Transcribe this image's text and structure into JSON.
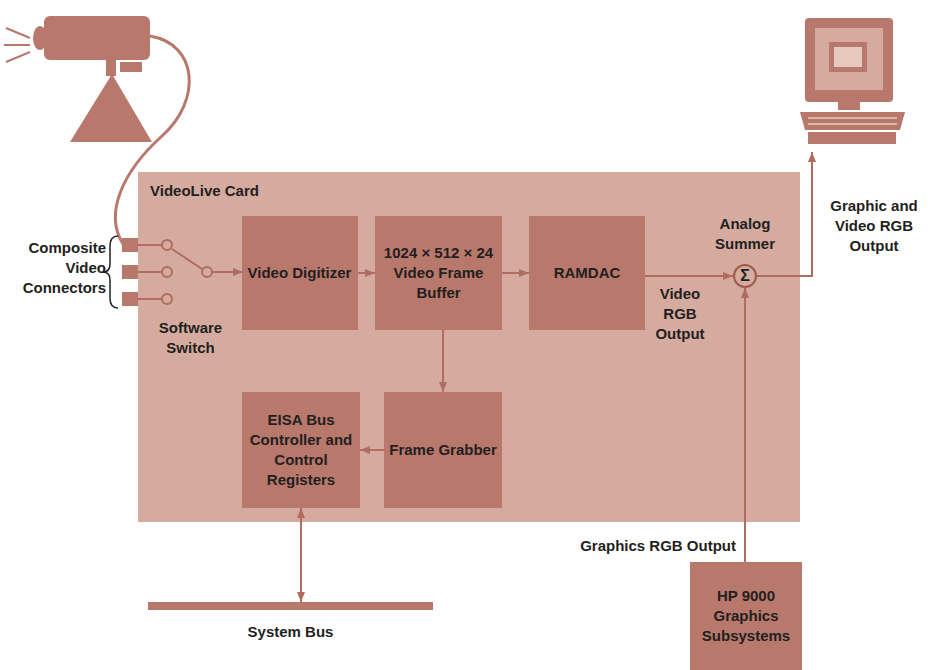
{
  "diagram": {
    "nodes": [
      {
        "text": [
          "VideoLive Card"
        ]
      },
      {
        "text": [
          "Video Digitizer"
        ],
        "in": 0
      },
      {
        "text": [
          "1024 × 512 × 24 Video Frame Buffer"
        ],
        "in": 0
      },
      {
        "text": [
          "RAMDAC"
        ],
        "in": 0
      },
      {
        "text": [
          "EISA Bus Controller and Control Registers"
        ],
        "in": 0
      },
      {
        "text": [
          "Frame Grabber"
        ],
        "in": 0
      },
      {
        "text": [
          "Analog Summer",
          "Σ"
        ],
        "in": 0
      },
      {
        "text": [
          "HP 9000 Graphics Subsystems"
        ]
      },
      {
        "text": [
          "System Bus"
        ]
      }
    ],
    "edges": [
      {
        "from": 1,
        "to": 2,
        "arrow": "to"
      },
      {
        "from": 2,
        "to": 3,
        "arrow": "to"
      },
      {
        "from": 3,
        "to": 6,
        "arrow": "to"
      },
      {
        "from": 2,
        "to": 5,
        "arrow": "to"
      },
      {
        "from": 5,
        "to": 4,
        "arrow": "to"
      },
      {
        "from": 4,
        "to": 8,
        "arrow": "both"
      },
      {
        "from": 7,
        "to": 6,
        "arrow": "to"
      }
    ],
    "labels": [
      "Composite Video Connectors",
      "Software Switch",
      "Video RGB Output",
      "Graphic and Video RGB Output",
      "Graphics RGB Output"
    ]
  }
}
